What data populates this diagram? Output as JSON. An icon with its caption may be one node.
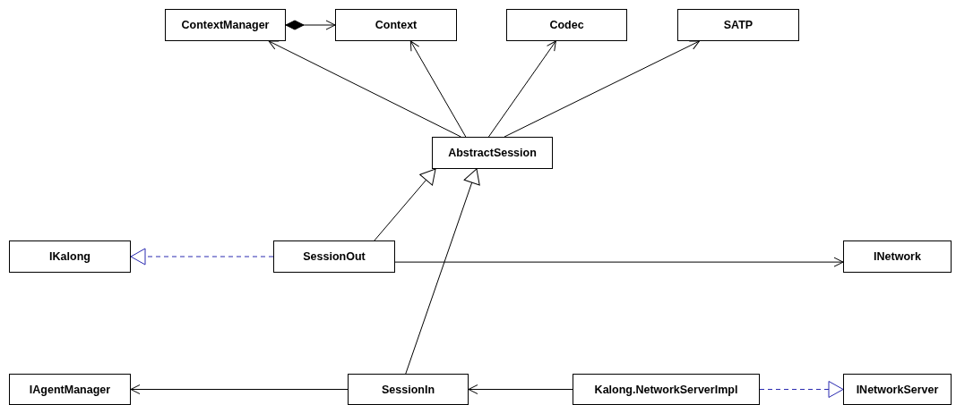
{
  "diagram": {
    "nodes": [
      {
        "text": [
          "ContextManager"
        ]
      },
      {
        "text": [
          "Context"
        ]
      },
      {
        "text": [
          "Codec"
        ]
      },
      {
        "text": [
          "SATP"
        ]
      },
      {
        "text": [
          "AbstractSession"
        ]
      },
      {
        "text": [
          "IKalong"
        ]
      },
      {
        "text": [
          "SessionOut"
        ]
      },
      {
        "text": [
          "INetwork"
        ]
      },
      {
        "text": [
          "IAgentManager"
        ]
      },
      {
        "text": [
          "SessionIn"
        ]
      },
      {
        "text": [
          "Kalong.NetworkServerImpl"
        ]
      },
      {
        "text": [
          "INetworkServer"
        ]
      }
    ],
    "edges": [
      {
        "from": 0,
        "to": 1,
        "arrow": "to"
      },
      {
        "from": 4,
        "to": 0,
        "arrow": "to"
      },
      {
        "from": 4,
        "to": 1,
        "arrow": "to"
      },
      {
        "from": 4,
        "to": 2,
        "arrow": "to"
      },
      {
        "from": 4,
        "to": 3,
        "arrow": "to"
      },
      {
        "from": 6,
        "to": 4,
        "arrow": "to"
      },
      {
        "from": 9,
        "to": 4,
        "arrow": "to"
      },
      {
        "from": 6,
        "to": 5,
        "arrow": "to",
        "style": "dashed",
        "color": "#2a2ab0"
      },
      {
        "from": 6,
        "to": 7,
        "arrow": "to"
      },
      {
        "from": 9,
        "to": 8,
        "arrow": "to"
      },
      {
        "from": 10,
        "to": 9,
        "arrow": "to"
      },
      {
        "from": 10,
        "to": 11,
        "arrow": "to",
        "style": "dashed",
        "color": "#2a2ab0"
      }
    ]
  }
}
